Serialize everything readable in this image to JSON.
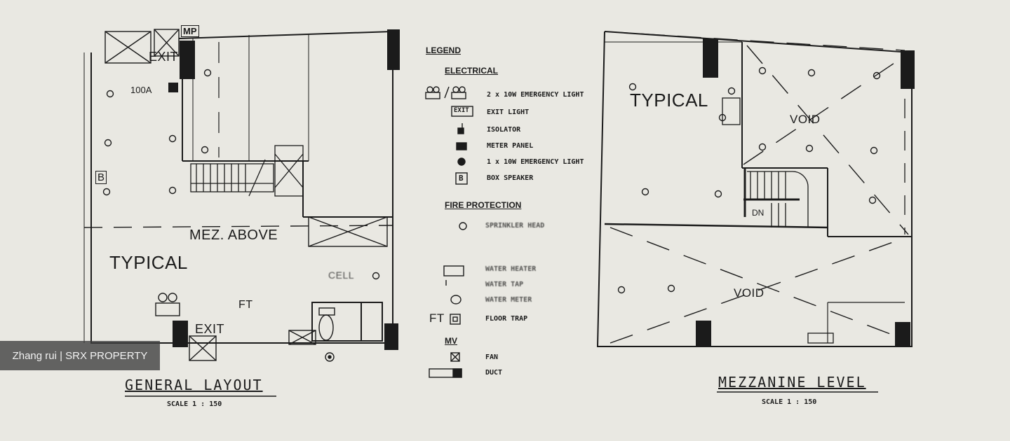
{
  "general_layout": {
    "title": "GENERAL LAYOUT",
    "scale": "SCALE 1 : 150",
    "labels": {
      "mp": "MP",
      "exit_top": "EXIT",
      "amp": "100A",
      "box": "B",
      "mez_above": "MEZ. ABOVE",
      "typical": "TYPICAL",
      "ft": "FT",
      "exit_bottom": "EXIT",
      "blurred_note": "CELL"
    }
  },
  "mezzanine_level": {
    "title": "MEZZANINE LEVEL",
    "scale": "SCALE 1 : 150",
    "labels": {
      "typical": "TYPICAL",
      "void_top": "VOID",
      "void_bottom": "VOID",
      "dn": "DN"
    }
  },
  "legend": {
    "title": "LEGEND",
    "electrical_heading": "ELECTRICAL",
    "electrical_items": [
      {
        "symbol": "2x-emergency-light-icon",
        "text": "2 x 10W EMERGENCY LIGHT"
      },
      {
        "symbol": "exit-light-icon",
        "symbol_text": "EXIT",
        "text": "EXIT LIGHT"
      },
      {
        "symbol": "isolator-icon",
        "text": "ISOLATOR"
      },
      {
        "symbol": "meter-panel-icon",
        "text": "METER PANEL"
      },
      {
        "symbol": "1x-emergency-light-icon",
        "text": "1 x 10W EMERGENCY LIGHT"
      },
      {
        "symbol": "box-speaker-icon",
        "symbol_text": "B",
        "text": "BOX SPEAKER"
      }
    ],
    "fire_heading": "FIRE PROTECTION",
    "fire_items": [
      {
        "symbol": "sprinkler-head-icon",
        "text": "SPRINKLER HEAD"
      }
    ],
    "plumbing_items": [
      {
        "symbol": "water-heater-icon",
        "text": "WATER HEATER"
      },
      {
        "symbol": "water-tap-icon",
        "text": "WATER TAP"
      },
      {
        "symbol": "water-meter-icon",
        "text": "WATER METER"
      },
      {
        "symbol": "floor-trap-icon",
        "symbol_text": "FT",
        "text": "FLOOR TRAP"
      }
    ],
    "mv_heading": "MV",
    "mv_items": [
      {
        "symbol": "fan-icon",
        "text": "FAN"
      },
      {
        "symbol": "duct-icon",
        "text": "DUCT"
      }
    ]
  },
  "watermark": "Zhang rui | SRX PROPERTY"
}
